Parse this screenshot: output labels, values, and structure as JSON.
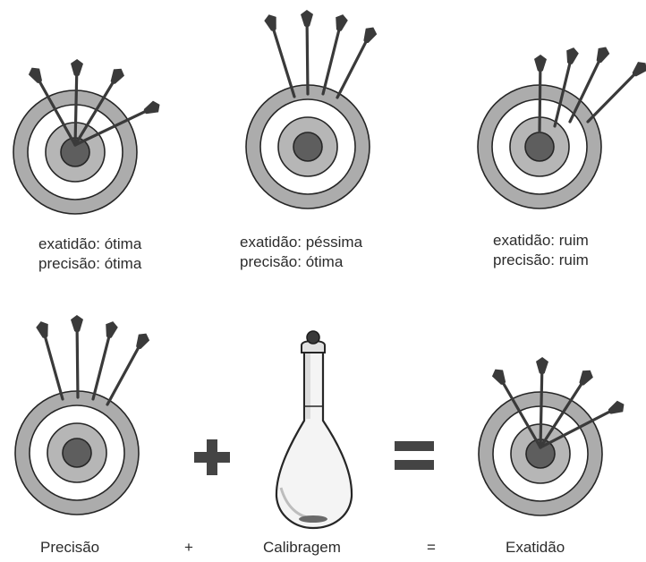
{
  "figure": {
    "captions": [
      {
        "accuracy": "exatidão: ótima",
        "precision": "precisão: ótima"
      },
      {
        "accuracy": "exatidão: péssima",
        "precision": "precisão: ótima"
      },
      {
        "accuracy": "exatidão: ruim",
        "precision": "precisão: ruim"
      }
    ],
    "equation": {
      "precision_label": "Precisão",
      "plus_label": "+",
      "calibration_label": "Calibragem",
      "equals_label": "=",
      "accuracy_label": "Exatidão"
    },
    "colors": {
      "ring_outer": "#acacac",
      "ring_white": "#ffffff",
      "ring_mid": "#b6b6b6",
      "bullseye": "#5e5e5e",
      "outline": "#262626",
      "arrow": "#3a3a3a",
      "flask_fill": "#f4f4f4"
    }
  }
}
